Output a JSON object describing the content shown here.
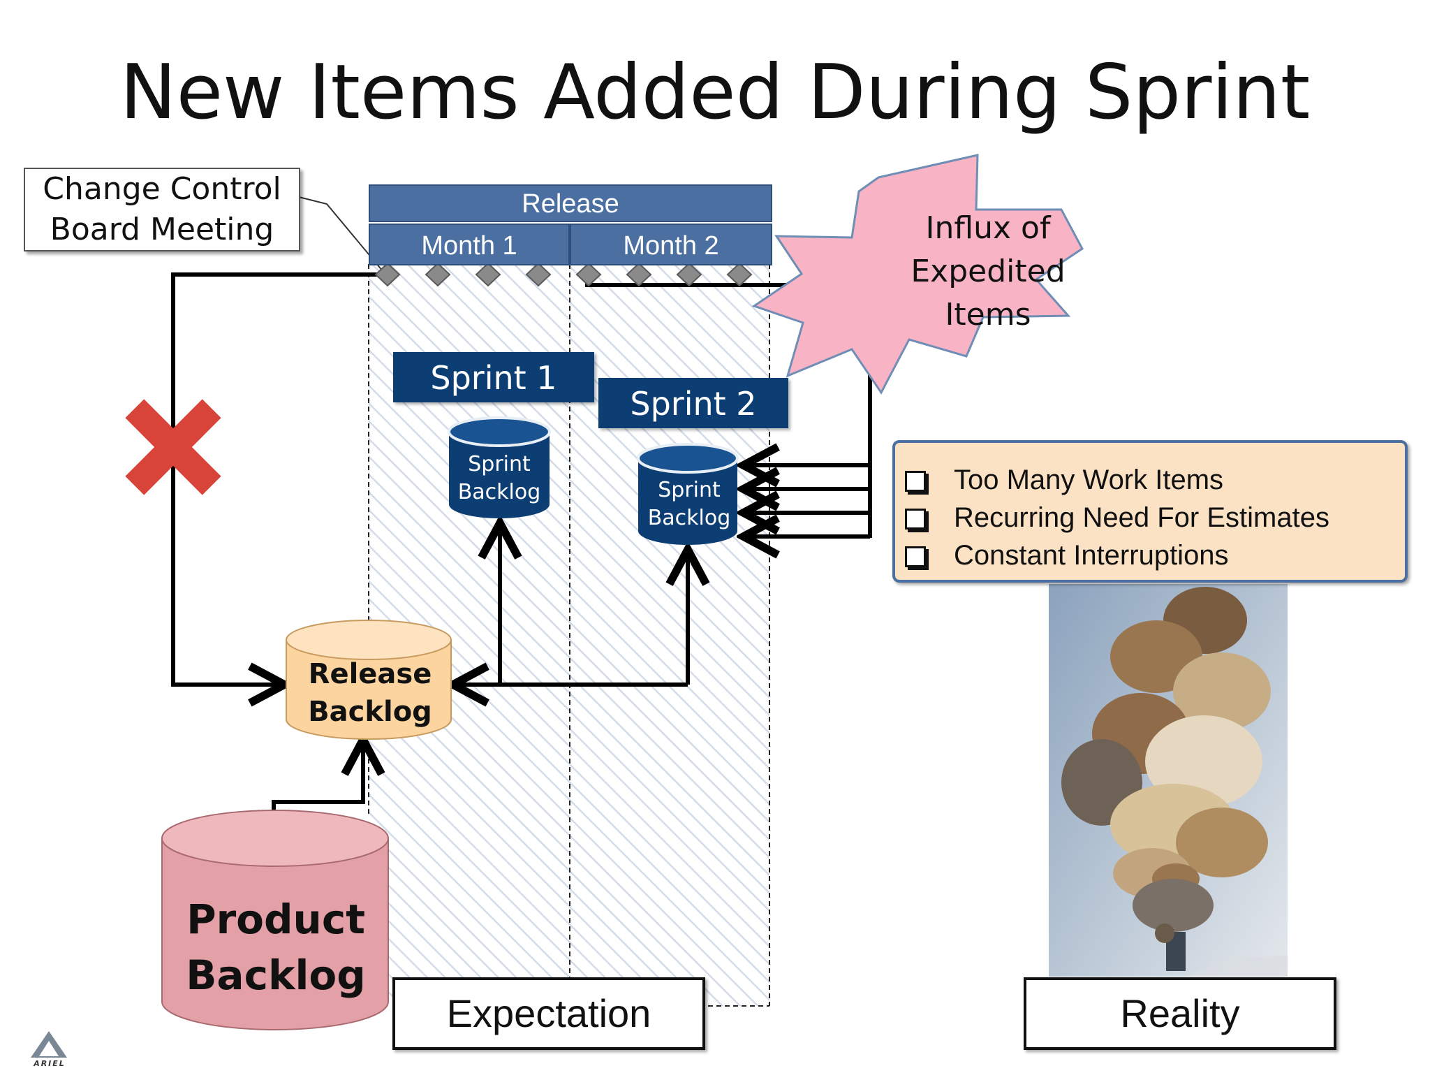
{
  "slide": {
    "title": "New Items Added During Sprint",
    "change_control": {
      "line1": "Change Control",
      "line2": "Board Meeting"
    },
    "release_label": "Release",
    "months": [
      "Month 1",
      "Month 2"
    ],
    "sprints": [
      "Sprint 1",
      "Sprint 2"
    ],
    "sprint_backlog": {
      "line1": "Sprint",
      "line2": "Backlog"
    },
    "release_backlog": {
      "line1": "Release",
      "line2": "Backlog"
    },
    "product_backlog": {
      "line1": "Product",
      "line2": "Backlog"
    },
    "influx": {
      "line1": "Influx of",
      "line2": "Expedited",
      "line3": "Items"
    },
    "reality_items": [
      "Too Many Work Items",
      "Recurring Need For Estimates",
      "Constant Interruptions"
    ],
    "expectation_label": "Expectation",
    "reality_label": "Reality",
    "logo_text": "ARIEL"
  },
  "colors": {
    "release_bar": "#4a6fa0",
    "sprint_dark": "#0d3e73",
    "release_backlog_fill": "#fbd4a0",
    "product_backlog_fill": "#e3a0a6",
    "burst_fill": "#f8b4c4",
    "reality_box_fill": "#fbe2c4",
    "x_mark": "#d9443a"
  },
  "icons": [
    "x-mark-icon",
    "milestone-diamond-icon",
    "checkbox-icon",
    "ariel-logo-icon"
  ]
}
